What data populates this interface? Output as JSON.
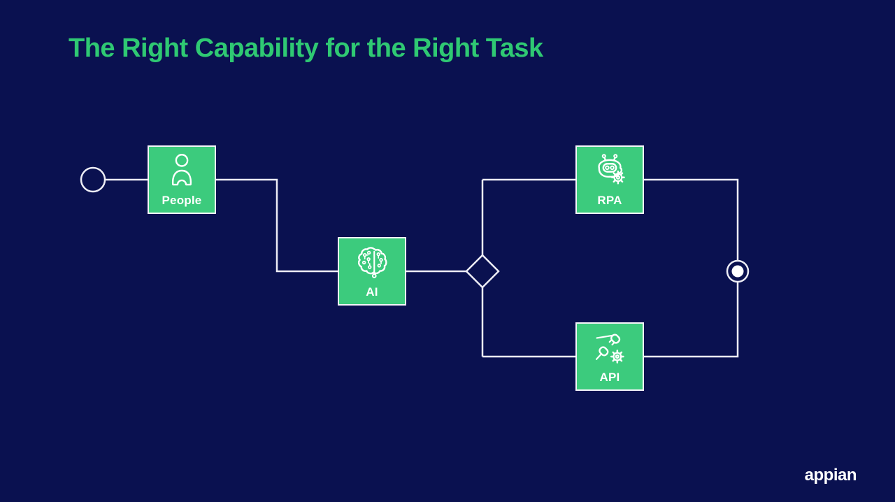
{
  "title": "The Right Capability for the Right Task",
  "colors": {
    "background": "#0A1150",
    "title_green": "#2FC973",
    "box_green": "#3CCB7D",
    "connector_line": "#EDEDF5",
    "label_text": "#FFFFFF"
  },
  "diagram": {
    "nodes": {
      "start": {
        "type": "start-event"
      },
      "people": {
        "label": "People",
        "icon": "person-icon"
      },
      "ai": {
        "label": "AI",
        "icon": "brain-circuit-icon"
      },
      "gateway": {
        "type": "decision-gateway-diamond"
      },
      "rpa": {
        "label": "RPA",
        "icon": "robot-gear-icon"
      },
      "api": {
        "label": "API",
        "icon": "plug-gear-icon"
      },
      "end": {
        "type": "end-event"
      }
    },
    "edges": [
      {
        "from": "start",
        "to": "people"
      },
      {
        "from": "people",
        "to": "ai"
      },
      {
        "from": "ai",
        "to": "gateway"
      },
      {
        "from": "gateway",
        "to": "rpa"
      },
      {
        "from": "gateway",
        "to": "api"
      },
      {
        "from": "rpa",
        "to": "end"
      },
      {
        "from": "api",
        "to": "end"
      }
    ]
  },
  "footer": {
    "logo_text": "appian"
  }
}
